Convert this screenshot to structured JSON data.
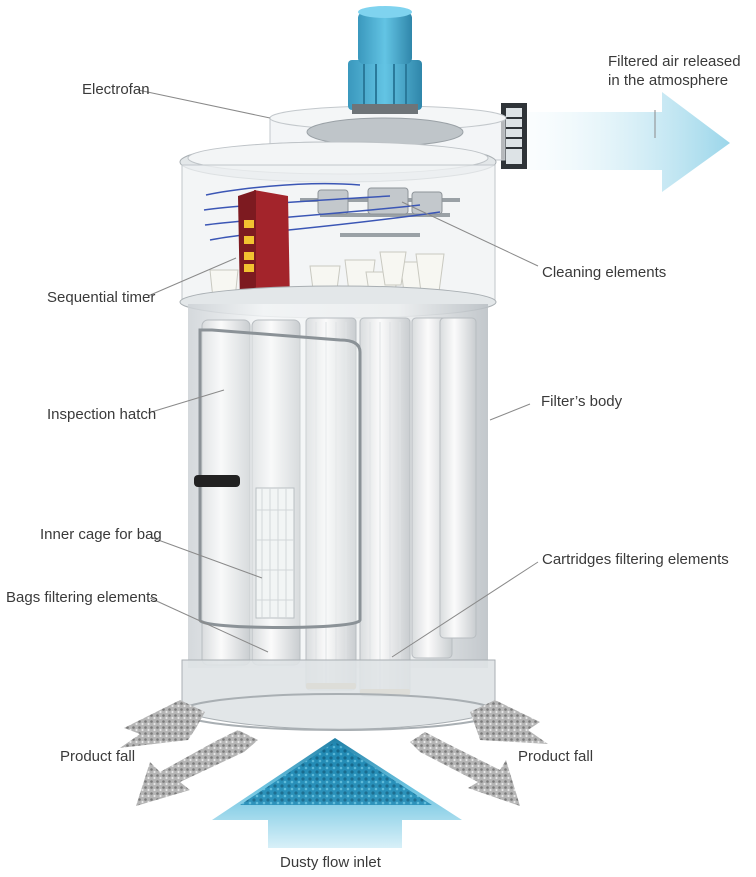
{
  "labels": {
    "electrofan": "Electrofan",
    "filtered_air": "Filtered air released\nin the atmosphere",
    "cleaning_elements": "Cleaning elements",
    "sequential_timer": "Sequential timer",
    "inspection_hatch": "Inspection hatch",
    "filters_body": "Filter’s body",
    "inner_cage": "Inner cage for bag",
    "cartridges": "Cartridges filtering elements",
    "bags": "Bags filtering elements",
    "product_fall_left": "Product fall",
    "product_fall_right": "Product fall",
    "dusty_inlet": "Dusty flow inlet"
  },
  "colors": {
    "motor": "#4fb3d6",
    "air_arrow": "#bfe6f2",
    "inlet_arrow": "#2a9dc4",
    "timer": "#a3242b",
    "leader_line": "#8a8a8a",
    "body": "#e7eaec"
  }
}
